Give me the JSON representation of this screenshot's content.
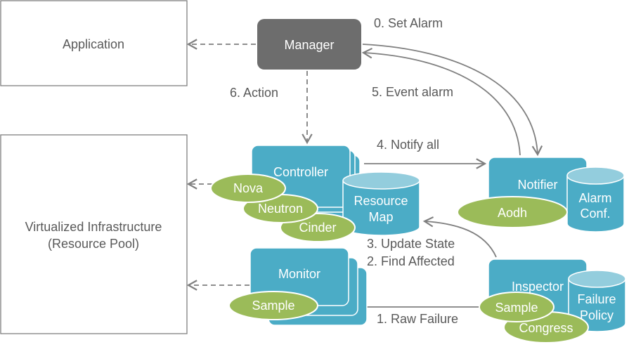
{
  "nodes": {
    "application": "Application",
    "manager": "Manager",
    "infra_line1": "Virtualized  Infrastructure",
    "infra_line2": "(Resource Pool)",
    "controller": "Controller",
    "nova": "Nova",
    "neutron": "Neutron",
    "cinder": "Cinder",
    "resource_map_1": "Resource",
    "resource_map_2": "Map",
    "monitor": "Monitor",
    "monitor_sample": "Sample",
    "notifier": "Notifier",
    "aodh": "Aodh",
    "alarm_conf_1": "Alarm",
    "alarm_conf_2": "Conf.",
    "inspector": "Inspector",
    "inspector_sample": "Sample",
    "congress": "Congress",
    "failure_policy_1": "Failure",
    "failure_policy_2": "Policy"
  },
  "steps": {
    "s0": "0. Set Alarm",
    "s1": "1. Raw Failure",
    "s2": "2. Find Affected",
    "s3": "3. Update State",
    "s4": "4. Notify all",
    "s5": "5. Event alarm",
    "s6": "6. Action"
  },
  "colors": {
    "component": "#4bacc6",
    "db_top": "#93cddd",
    "plugin": "#9bbb59",
    "manager": "#6d6d6d",
    "line": "#7f7f7f"
  }
}
